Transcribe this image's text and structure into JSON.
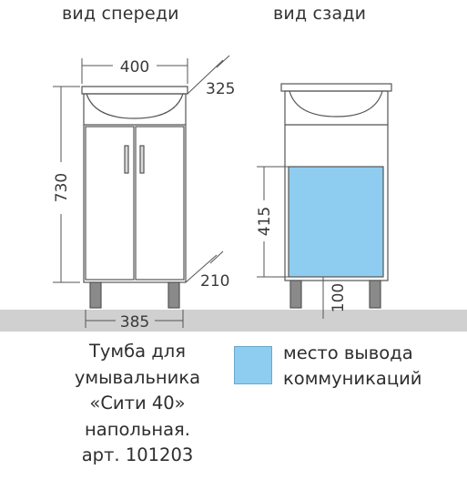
{
  "views": {
    "front_title": "вид спереди",
    "back_title": "вид сзади"
  },
  "dimensions": {
    "top_width": "400",
    "top_depth": "325",
    "height": "730",
    "base_depth": "210",
    "base_width": "385",
    "opening_height": "415",
    "opening_offset": "100"
  },
  "caption": {
    "lines": [
      "Тумба для",
      "умывальника",
      "«Сити 40»",
      "напольная.",
      "арт. 101203"
    ]
  },
  "legend": {
    "label_lines": [
      "место вывода",
      "коммуникаций"
    ]
  },
  "colors": {
    "opening": "#8fcdf0",
    "floor": "#d0d0d0",
    "outline": "#555555"
  }
}
